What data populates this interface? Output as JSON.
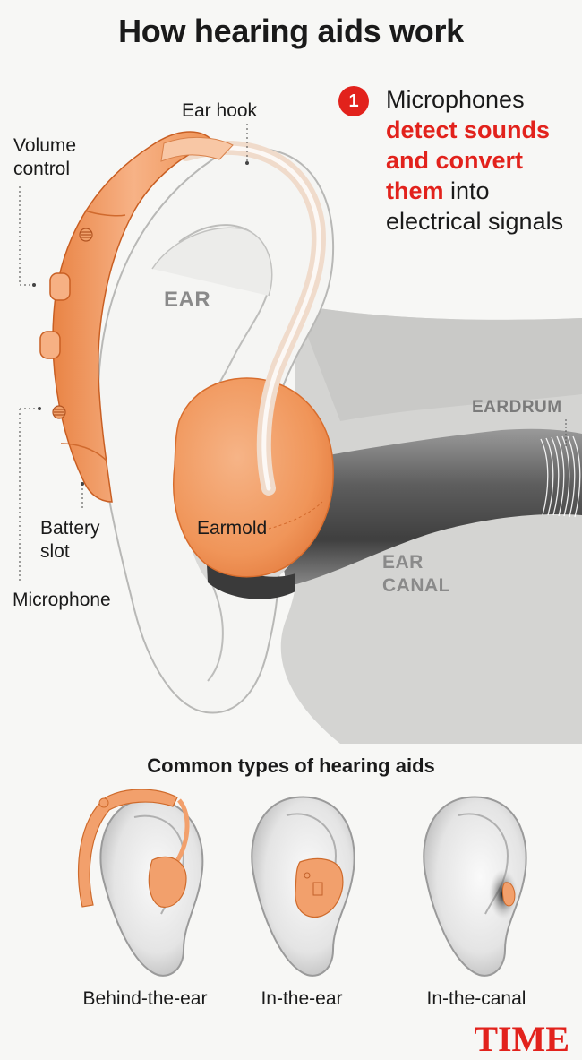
{
  "title": "How hearing aids work",
  "labels": {
    "ear_hook": "Ear hook",
    "volume_control": "Volume control",
    "battery_slot": "Battery slot",
    "microphone": "Microphone",
    "earmold": "Earmold",
    "ear": "EAR",
    "eardrum": "EARDRUM",
    "ear_canal": "EAR CANAL"
  },
  "step": {
    "number": "1",
    "text_before": "Microphones",
    "highlight": "detect sounds and convert them",
    "text_after": "into electrical signals"
  },
  "types_section": {
    "title": "Common types of hearing aids",
    "types": [
      {
        "label": "Behind-the-ear"
      },
      {
        "label": "In-the-ear"
      },
      {
        "label": "In-the-canal"
      }
    ]
  },
  "brand": "TIME",
  "colors": {
    "accent_red": "#e2221c",
    "device_orange": "#f3a474",
    "device_orange_dark": "#e07a3e",
    "ear_fill": "#f5f5f3",
    "canal_gray": "#6d6d6d"
  }
}
